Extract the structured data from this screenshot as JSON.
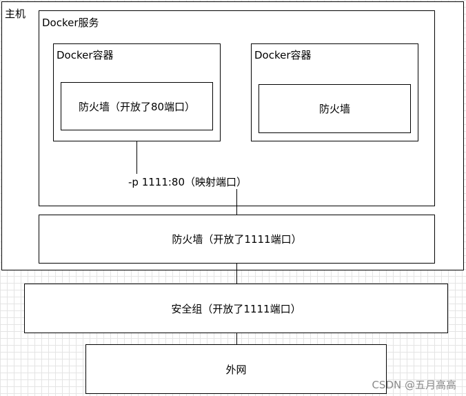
{
  "host": {
    "label": "主机"
  },
  "docker_service": {
    "label": "Docker服务"
  },
  "container_left": {
    "label": "Docker容器",
    "firewall": "防火墙（开放了80端口）"
  },
  "container_right": {
    "label": "Docker容器",
    "firewall": "防火墙"
  },
  "port_mapping": {
    "label": "-p 1111:80（映射端口）"
  },
  "host_firewall": {
    "label": "防火墙（开放了1111端口）"
  },
  "security_group": {
    "label": "安全组（开放了1111端口）"
  },
  "internet": {
    "label": "外网"
  },
  "watermark": "CSDN @五月高高"
}
